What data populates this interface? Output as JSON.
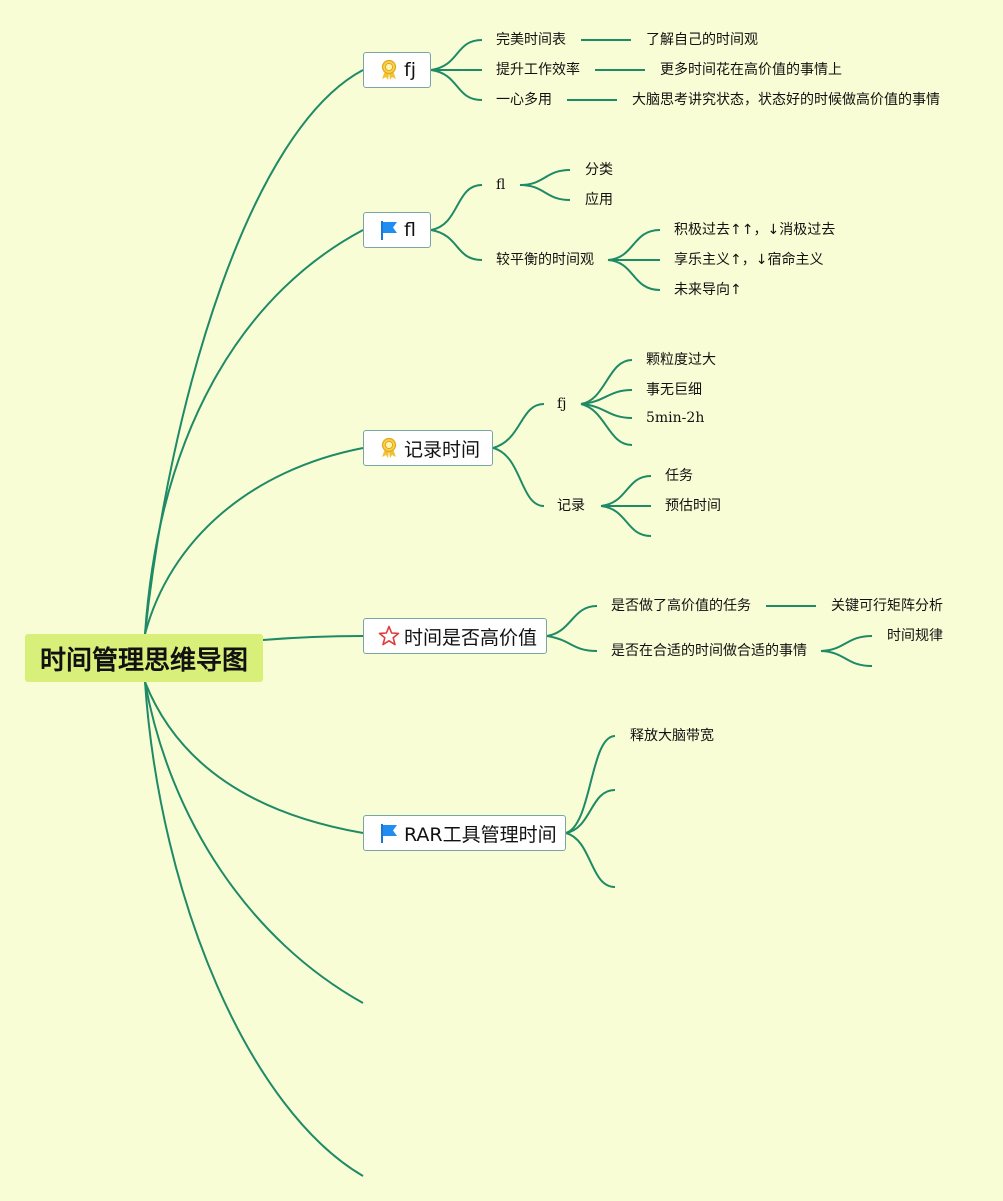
{
  "root": {
    "label": "时间管理思维导图"
  },
  "topics": {
    "t1": {
      "label": "fj",
      "icon": "award-ribbon-icon"
    },
    "t2": {
      "label": "fl",
      "icon": "blue-flag-icon"
    },
    "t3": {
      "label": "记录时间",
      "icon": "award-ribbon-icon"
    },
    "t4": {
      "label": "时间是否高价值",
      "icon": "red-star-icon"
    },
    "t5": {
      "label": "RAR工具管理时间",
      "icon": "blue-flag-icon"
    }
  },
  "nodes": {
    "t1": {
      "a": "完美时间表",
      "a1": "了解自己的时间观",
      "b": "提升工作效率",
      "b1": "更多时间花在高价值的事情上",
      "c": "一心多用",
      "c1": "大脑思考讲究状态，状态好的时候做高价值的事情"
    },
    "t2": {
      "a": "fl",
      "a1": "分类",
      "a2": "应用",
      "b": "较平衡的时间观",
      "b1": "积极过去↑↑，↓消极过去",
      "b2": "享乐主义↑，↓宿命主义",
      "b3": "未来导向↑"
    },
    "t3": {
      "a": "fj",
      "a1": "颗粒度过大",
      "a2": "事无巨细",
      "a3": "5min-2h",
      "b": "记录",
      "b1": "任务",
      "b2": "预估时间"
    },
    "t4": {
      "a": "是否做了高价值的任务",
      "a1": "关键可行矩阵分析",
      "b": "是否在合适的时间做合适的事情",
      "b1": "时间规律"
    },
    "t5": {
      "a": "释放大脑带宽"
    }
  },
  "colors": {
    "background": "#f9fdd5",
    "link": "#1f8a66",
    "root_fill": "#d8ef7a",
    "topic_border": "#7aa5a6"
  }
}
